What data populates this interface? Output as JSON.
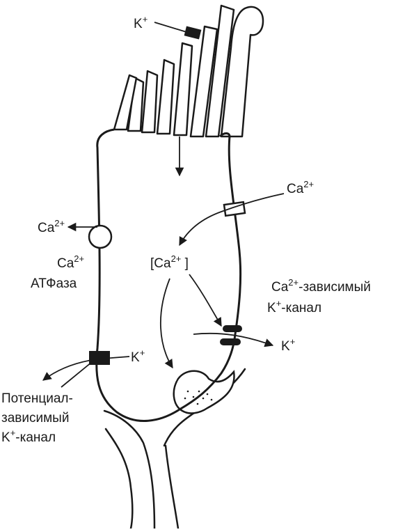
{
  "labels": {
    "k_top": {
      "base": "K",
      "sup": "+"
    },
    "ca_out_left": {
      "base": "Ca",
      "sup": "2+"
    },
    "ca_atpase_line1": {
      "base": "Ca",
      "sup": "2+"
    },
    "atpase_line2": "АТФаза",
    "ca_in_right": {
      "base": "Ca",
      "sup": "2+"
    },
    "ca_intracellular": {
      "open": "[Ca",
      "sup": "2+",
      "close": " ]"
    },
    "ca_dep_line1": {
      "base": "Ca",
      "sup": "2+",
      "rest": "-зависимый"
    },
    "ca_dep_line2": {
      "base": "K",
      "sup": "+",
      "rest": "-канал"
    },
    "k_out_right": {
      "base": "K",
      "sup": "+"
    },
    "k_left_channel": {
      "base": "K",
      "sup": "+"
    },
    "volt_line1": "Потенциал-",
    "volt_line2": "зависимый",
    "volt_line3": {
      "base": "K",
      "sup": "+",
      "rest": "-канал"
    }
  },
  "colors": {
    "stroke": "#1a1a1a",
    "fill": "#ffffff",
    "channel": "#1a1a1a"
  }
}
